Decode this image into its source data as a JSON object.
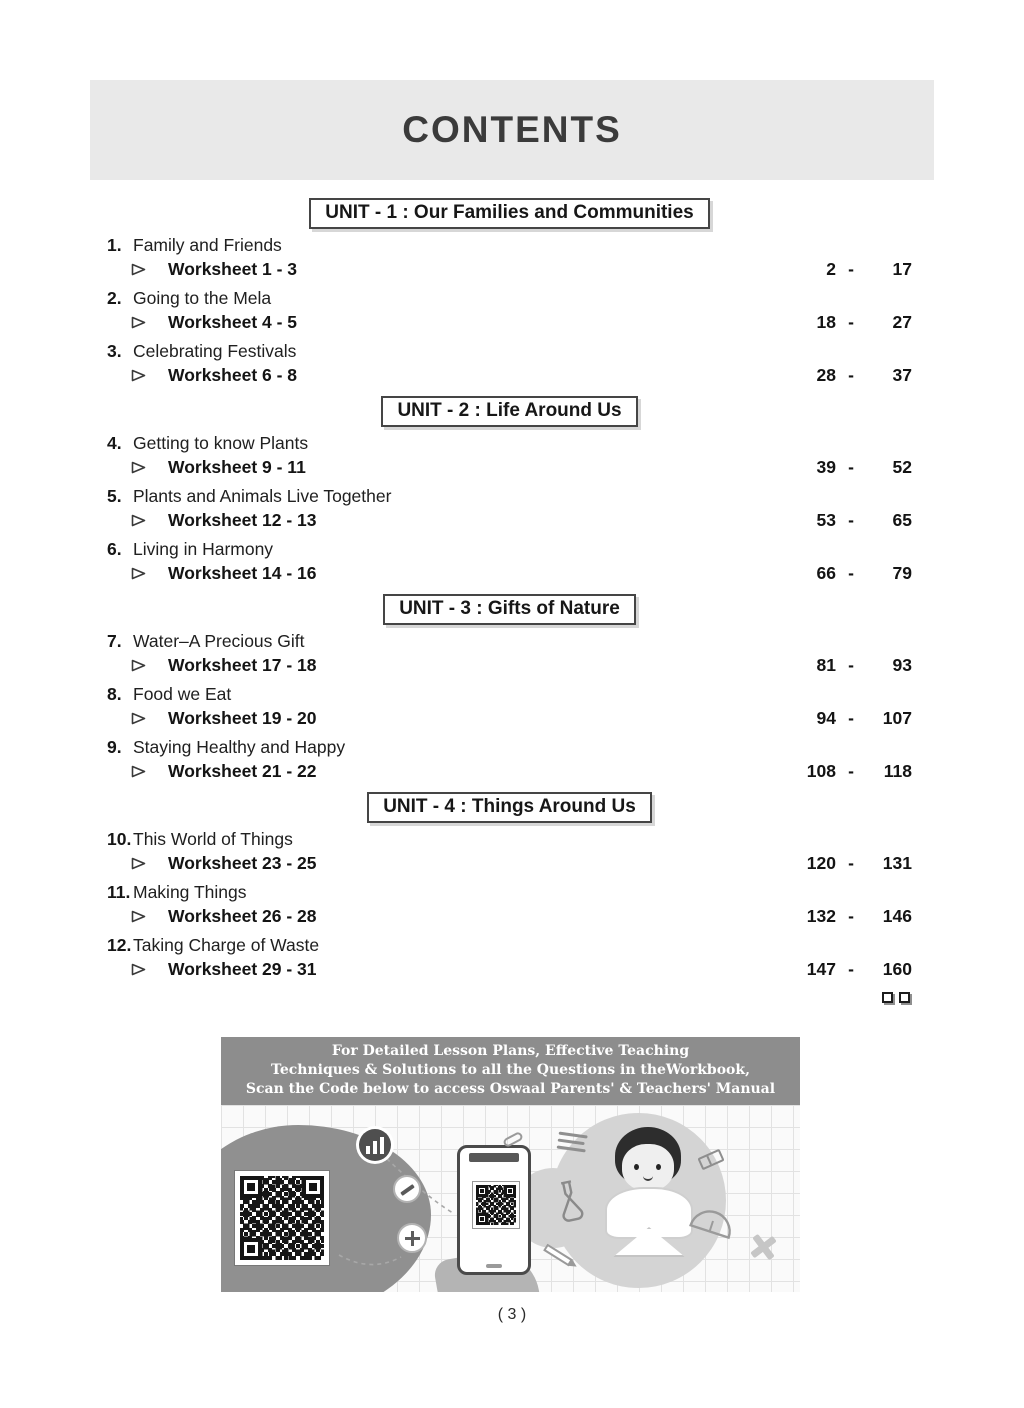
{
  "page": {
    "title": "CONTENTS",
    "page_number": "( 3 )"
  },
  "colors": {
    "header_band": "#e9e9e9",
    "unit_box_border": "#454545",
    "banner_band": "#8d8d8d",
    "text": "#1c1c1c"
  },
  "toc": {
    "units": [
      {
        "label": "UNIT - 1 : Our Families and Communities",
        "items": [
          {
            "num": "1.",
            "title": "Family and Friends",
            "worksheet": "Worksheet 1 - 3",
            "page_start": "2",
            "separator": "-",
            "page_end": "17"
          },
          {
            "num": "2.",
            "title": "Going to the Mela",
            "worksheet": "Worksheet 4 - 5",
            "page_start": "18",
            "separator": "-",
            "page_end": "27"
          },
          {
            "num": "3.",
            "title": "Celebrating Festivals",
            "worksheet": "Worksheet 6 - 8",
            "page_start": "28",
            "separator": "-",
            "page_end": "37"
          }
        ]
      },
      {
        "label": "UNIT - 2 : Life Around Us",
        "items": [
          {
            "num": "4.",
            "title": "Getting to know Plants",
            "worksheet": "Worksheet 9 - 11",
            "page_start": "39",
            "separator": "-",
            "page_end": "52"
          },
          {
            "num": "5.",
            "title": "Plants and Animals Live Together",
            "worksheet": "Worksheet 12 - 13",
            "page_start": "53",
            "separator": "-",
            "page_end": "65"
          },
          {
            "num": "6.",
            "title": "Living in Harmony",
            "worksheet": "Worksheet 14 - 16",
            "page_start": "66",
            "separator": "-",
            "page_end": "79"
          }
        ]
      },
      {
        "label": "UNIT - 3 : Gifts of Nature",
        "items": [
          {
            "num": "7.",
            "title": "Water–A Precious Gift",
            "worksheet": "Worksheet 17 - 18",
            "page_start": "81",
            "separator": "-",
            "page_end": "93"
          },
          {
            "num": "8.",
            "title": "Food we Eat",
            "worksheet": "Worksheet 19 - 20",
            "page_start": "94",
            "separator": "-",
            "page_end": "107"
          },
          {
            "num": "9.",
            "title": "Staying Healthy and Happy",
            "worksheet": "Worksheet 21 - 22",
            "page_start": "108",
            "separator": "-",
            "page_end": "118"
          }
        ]
      },
      {
        "label": "UNIT - 4 : Things Around Us",
        "items": [
          {
            "num": "10.",
            "title": "This World of Things",
            "worksheet": "Worksheet 23 - 25",
            "page_start": "120",
            "separator": "-",
            "page_end": "131"
          },
          {
            "num": "11.",
            "title": "Making Things",
            "worksheet": "Worksheet 26 - 28",
            "page_start": "132",
            "separator": "-",
            "page_end": "146"
          },
          {
            "num": "12.",
            "title": "Taking Charge of Waste",
            "worksheet": "Worksheet 29 - 31",
            "page_start": "147",
            "separator": "-",
            "page_end": "160"
          }
        ]
      }
    ]
  },
  "banner": {
    "line1": "For Detailed Lesson Plans, Effective Teaching",
    "line2": "Techniques & Solutions to all the Questions in theWorkbook,",
    "line3": "Scan the Code below to access Oswaal Parents' & Teachers' Manual",
    "icons": [
      "qr-code",
      "bar-chart-icon",
      "pencil-icon",
      "plus-icon",
      "paperclip-icon",
      "smartphone-with-qr",
      "hand",
      "menu-lines-icon",
      "eraser-icon",
      "flask-icon",
      "person-illustration",
      "protractor-icon",
      "math-x-icon",
      "pencil-icon-2"
    ]
  }
}
